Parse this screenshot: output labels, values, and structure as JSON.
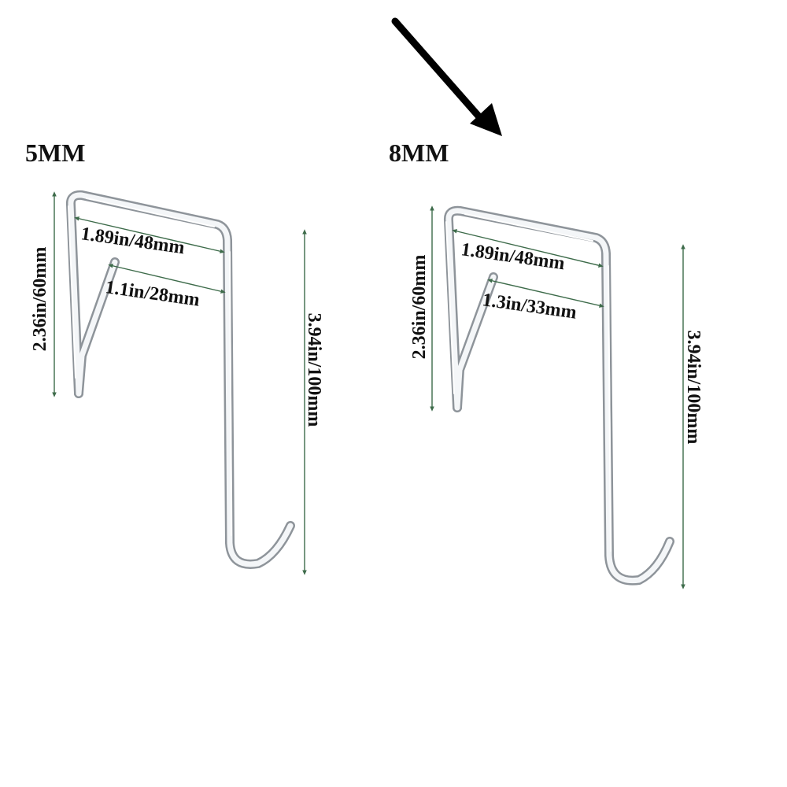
{
  "colors": {
    "arrow": "#000000",
    "dimension_line": "#3d6b4a",
    "metal": "#b8bec4",
    "text": "#111111"
  },
  "indicator": {
    "icon": "arrow-down-right-icon",
    "points_to": "8MM"
  },
  "products": [
    {
      "label": "5MM",
      "dims": {
        "height_short": "2.36in/60mm",
        "top_width": "1.89in/48mm",
        "inner_width": "1.1in/28mm",
        "height_total": "3.94in/100mm"
      }
    },
    {
      "label": "8MM",
      "dims": {
        "height_short": "2.36in/60mm",
        "top_width": "1.89in/48mm",
        "inner_width": "1.3in/33mm",
        "height_total": "3.94in/100mm"
      }
    }
  ]
}
